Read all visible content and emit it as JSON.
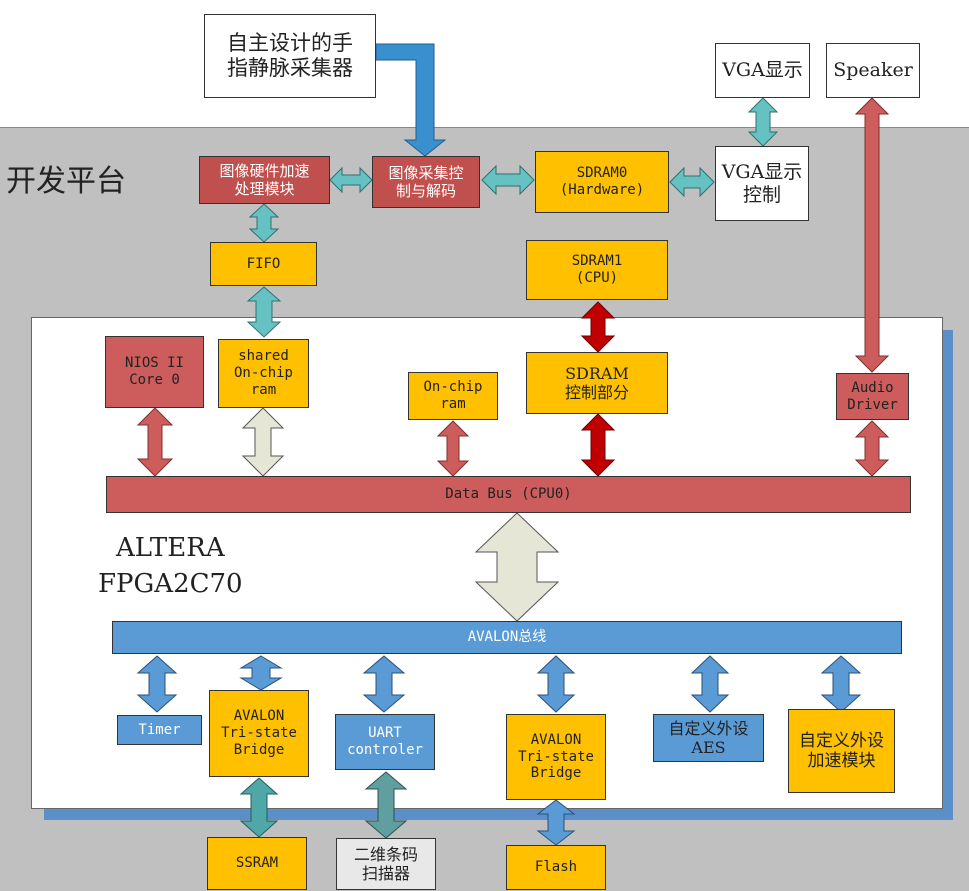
{
  "platform_label": "开发平台",
  "chip_label_1": "ALTERA",
  "chip_label_2": "FPGA2C70",
  "blocks": {
    "vein_device": "自主设计的手\n指静脉采集器",
    "vga_display": "VGA显示",
    "speaker": "Speaker",
    "img_accel": "图像硬件加速\n处理模块",
    "img_capture": "图像采集控\n制与解码",
    "sdram0": "SDRAM0\n(Hardware)",
    "vga_ctrl": "VGA显示\n控制",
    "fifo": "FIFO",
    "sdram1": "SDRAM1\n(CPU)",
    "nios": "NIOS II\nCore 0",
    "shared_ram": "shared\nOn-chip\nram",
    "onchip_ram": "On-chip\nram",
    "sdram_ctrl": "SDRAM\n控制部分",
    "audio_driver": "Audio\nDriver",
    "data_bus": "Data Bus (CPU0)",
    "avalon_bus": "AVALON总线",
    "timer": "Timer",
    "tristate1": "AVALON\nTri-state\nBridge",
    "uart": "UART\ncontroler",
    "tristate2": "AVALON\nTri-state\nBridge",
    "aes": "自定义外设\nAES",
    "custom_accel": "自定义外设\n加速模块",
    "ssram": "SSRAM",
    "barcode": "二维条码\n扫描器",
    "flash": "Flash"
  },
  "colors": {
    "platform_bg": "#c0c0c0",
    "yellow": "#ffc000",
    "red": "#c0504d",
    "blue": "#5b9bd5",
    "teal_arrow": "#66c2c2",
    "dark_red_arrow": "#c00000",
    "beige_arrow": "#e6e6d6"
  }
}
